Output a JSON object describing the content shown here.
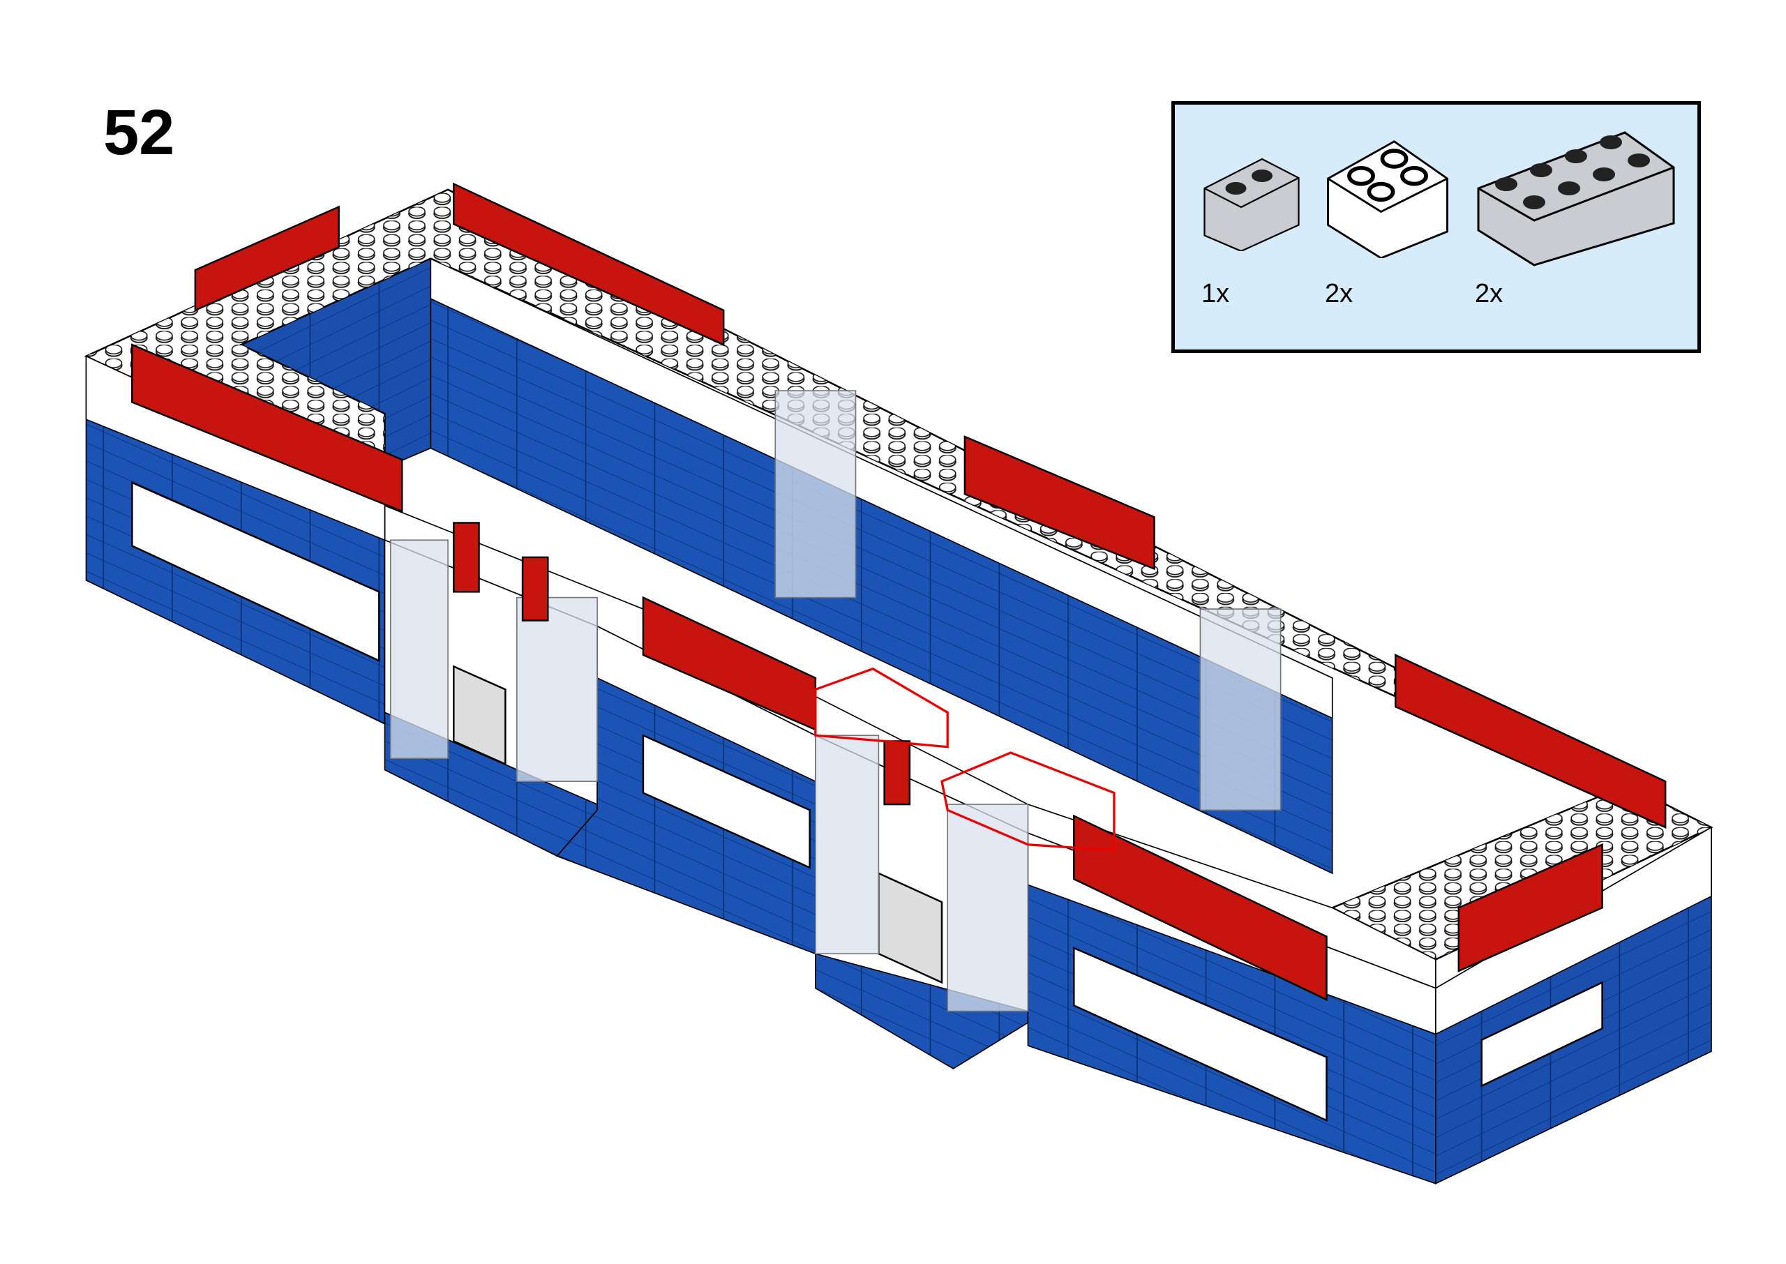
{
  "step": {
    "number": "52"
  },
  "parts_list": {
    "items": [
      {
        "name": "trans-clear-brick-1x2",
        "quantity": "1x"
      },
      {
        "name": "white-brick-2x2",
        "quantity": "2x"
      },
      {
        "name": "trans-clear-brick-2x4",
        "quantity": "2x"
      }
    ]
  },
  "colors": {
    "wall_blue": "#1b54b5",
    "white": "#ffffff",
    "window_red": "#c8140e",
    "trans_clear": "#d3d8de",
    "parts_bg": "#d6ecfa"
  }
}
